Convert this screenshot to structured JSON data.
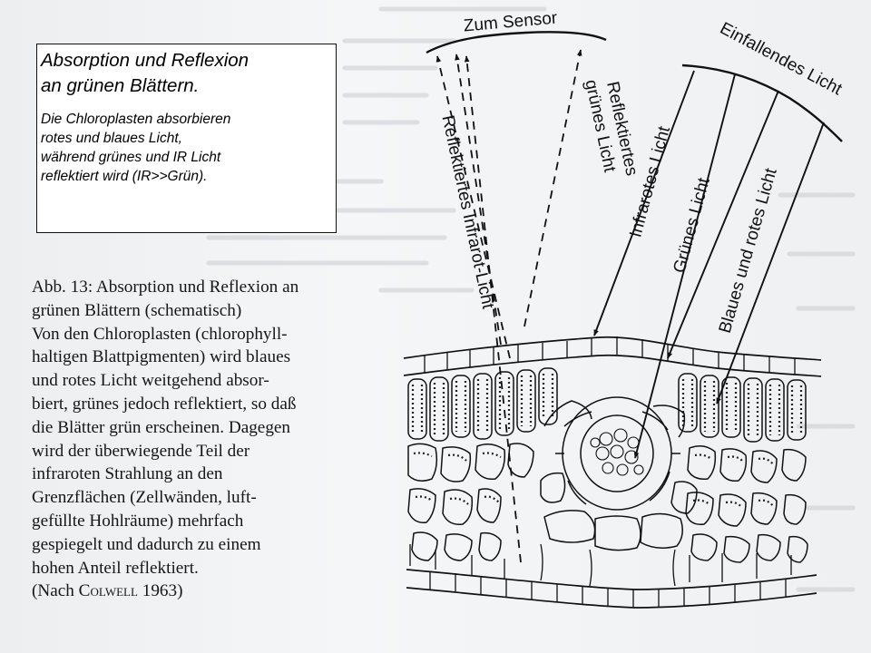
{
  "diagram": {
    "labels": {
      "sensor": "Zum Sensor",
      "incoming": "Einfallendes Licht",
      "reflected_ir": "Reflektiertes Infrarot-Licht",
      "reflected_green_1": "Reflektiertes",
      "reflected_green_2": "grünes Licht",
      "infrared": "Infrarotes Licht",
      "green": "Grünes Licht",
      "blue_red": "Blaues und rotes Licht"
    }
  },
  "info_box": {
    "title_line1": "Absorption und Reflexion",
    "title_line2": "an grünen Blättern.",
    "body_lines": [
      "Die Chloroplasten absorbieren",
      "rotes und blaues Licht,",
      "während grünes und IR Licht",
      "reflektiert wird (IR>>Grün)."
    ]
  },
  "caption": {
    "lines": [
      "Abb. 13: Absorption und Reflexion an",
      "grünen Blättern (schematisch)",
      "Von den Chloroplasten (chlorophyll-",
      "haltigen Blattpigmenten) wird blaues",
      "und rotes Licht weitgehend absor-",
      "biert, grünes jedoch reflektiert, so daß",
      "die Blätter grün erscheinen. Dagegen",
      "wird der überwiegende Teil der",
      "infraroten Strahlung an den",
      "Grenzflächen (Zellwänden, luft-",
      "gefüllte Hohlräume) mehrfach",
      "gespiegelt und dadurch zu einem",
      "hohen Anteil reflektiert."
    ],
    "source_prefix": "(Nach ",
    "source_name": "Colwell",
    "source_year": " 1963)"
  }
}
